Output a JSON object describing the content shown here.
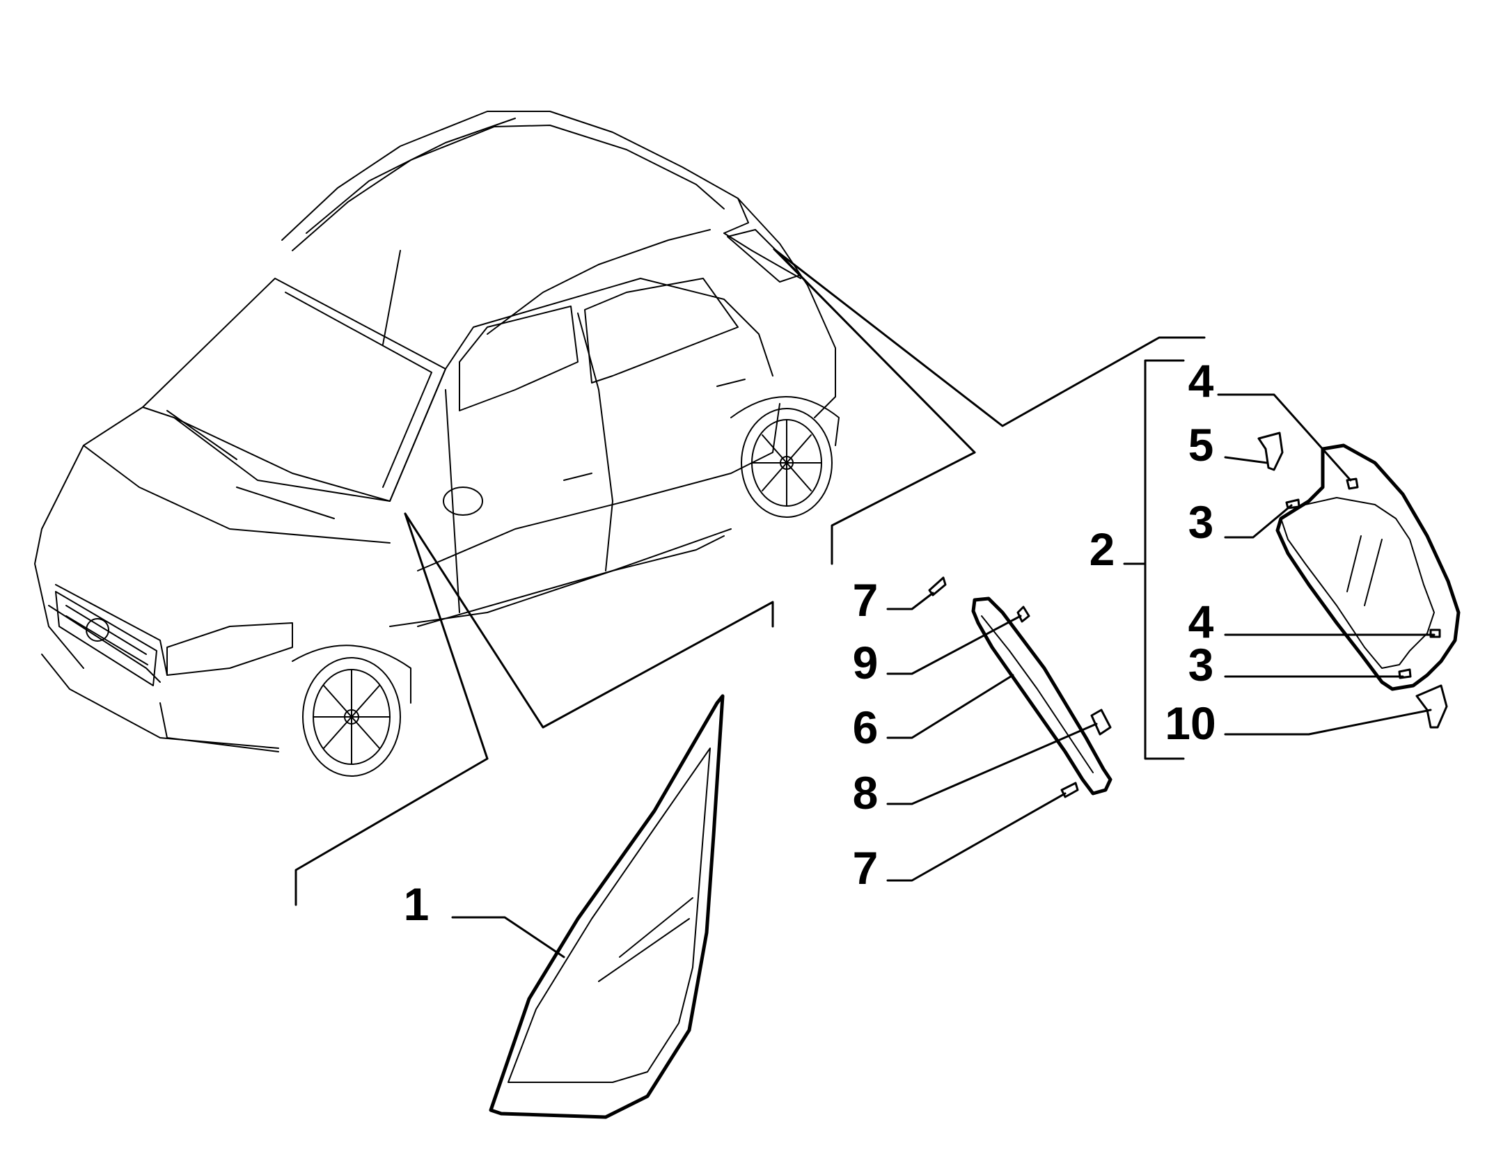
{
  "callouts": [
    {
      "id": "c1",
      "number": "1"
    },
    {
      "id": "c2",
      "number": "2"
    },
    {
      "id": "c3a",
      "number": "3"
    },
    {
      "id": "c3b",
      "number": "3"
    },
    {
      "id": "c4a",
      "number": "4"
    },
    {
      "id": "c4b",
      "number": "4"
    },
    {
      "id": "c5",
      "number": "5"
    },
    {
      "id": "c6",
      "number": "6"
    },
    {
      "id": "c7a",
      "number": "7"
    },
    {
      "id": "c7b",
      "number": "7"
    },
    {
      "id": "c8",
      "number": "8"
    },
    {
      "id": "c9",
      "number": "9"
    },
    {
      "id": "c10",
      "number": "10"
    }
  ]
}
